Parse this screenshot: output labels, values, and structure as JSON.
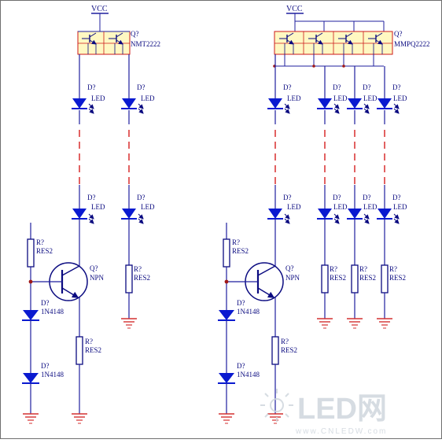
{
  "colors": {
    "wire": "#1f1f9e",
    "led": "#0a1ad0",
    "component": "#0a0a80",
    "text": "#0a0a80",
    "dashed": "#d61e1e",
    "junction": "#a01818",
    "package_fill": "#fff8c2",
    "package_stroke": "#cc1a1a",
    "ground": "#d43030",
    "frame": "#6f6f6f",
    "watermark": "#cfd6dd"
  },
  "left_circuit": {
    "vcc_label": "VCC",
    "array_ref": "Q?",
    "array_part": "NMT2222",
    "led_ref": "D?",
    "led_value": "LED",
    "transistor_ref": "Q?",
    "transistor_type": "NPN",
    "resistor_ref": "R?",
    "resistor_value": "RES2",
    "diode_ref": "D?",
    "diode_part": "1N4148"
  },
  "right_circuit": {
    "vcc_label": "VCC",
    "array_ref": "Q?",
    "array_part": "MMPQ2222",
    "led_ref": "D?",
    "led_value": "LED",
    "transistor_ref": "Q?",
    "transistor_type": "NPN",
    "resistor_ref": "R?",
    "resistor_value": "RES2",
    "diode_ref": "D?",
    "diode_part": "1N4148"
  },
  "watermark": {
    "logo_text": "LED网",
    "url_text": "www.CNLEDW.com"
  }
}
